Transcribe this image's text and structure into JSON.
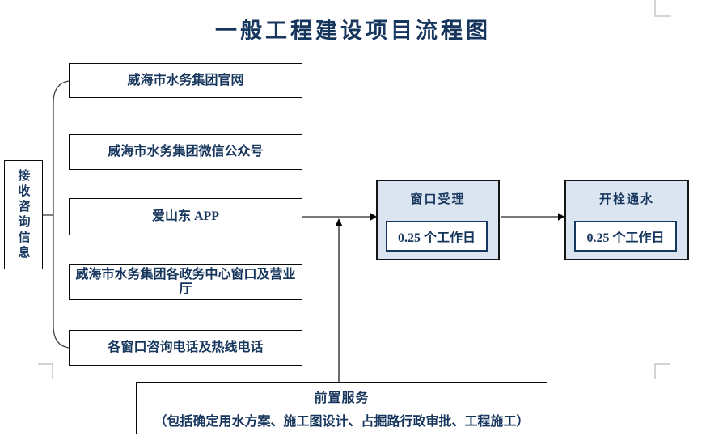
{
  "title": "一般工程建设项目流程图",
  "source_box": {
    "label": "接收咨询信息"
  },
  "channels": [
    {
      "label": "威海市水务集团官网"
    },
    {
      "label": "威海市水务集团微信公众号"
    },
    {
      "label": "爱山东 APP"
    },
    {
      "label": "威海市水务集团各政务中心窗口及营业厅"
    },
    {
      "label": "各窗口咨询电话及热线电话"
    }
  ],
  "steps": [
    {
      "title": "窗口受理",
      "duration": "0.25 个工作日"
    },
    {
      "title": "开栓通水",
      "duration": "0.25 个工作日"
    }
  ],
  "pre_service": {
    "title": "前置服务",
    "detail": "（包括确定用水方案、施工图设计、占掘路行政审批、工程施工）"
  },
  "colors": {
    "text_navy": "#17365d",
    "step_fill": "#dbe5f1",
    "box_border": "#0a0a0a",
    "connector_line": "#4a4a4a",
    "margin_mark": "#c6c6c6"
  }
}
